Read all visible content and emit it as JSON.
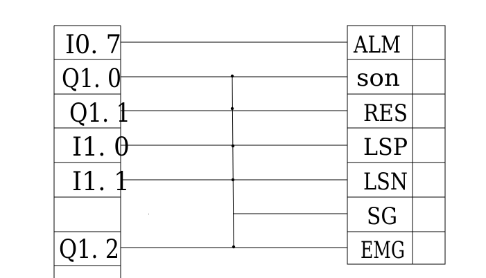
{
  "left_terminals": [
    {
      "label": "I0. 7"
    },
    {
      "label": "Q1. 0"
    },
    {
      "label": "Q1. 1"
    },
    {
      "label": "I1. 0"
    },
    {
      "label": "I1. 1"
    },
    {
      "label": ""
    },
    {
      "label": "Q1. 2"
    }
  ],
  "right_terminals": [
    {
      "label": "ALM"
    },
    {
      "label": "son"
    },
    {
      "label": "RES"
    },
    {
      "label": "LSP"
    },
    {
      "label": "LSN"
    },
    {
      "label": "SG"
    },
    {
      "label": "EMG"
    }
  ],
  "wiring": {
    "connections": [
      [
        0,
        0
      ],
      [
        1,
        1
      ],
      [
        2,
        2
      ],
      [
        3,
        3
      ],
      [
        4,
        4
      ],
      [
        6,
        6
      ]
    ],
    "common_bus_rows": [
      1,
      2,
      3,
      4,
      5,
      6
    ],
    "junction_rows": [
      1,
      2,
      3,
      4,
      6
    ]
  }
}
